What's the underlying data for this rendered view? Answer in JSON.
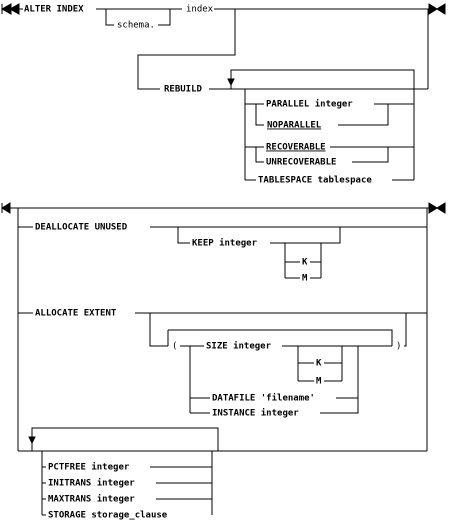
{
  "diagram_1": {
    "alter_index": "ALTER  INDEX",
    "schema": "schema.",
    "index": "index",
    "rebuild": "REBUILD",
    "parallel": "PARALLEL  integer",
    "noparallel": "NOPARALLEL",
    "recoverable": "RECOVERABLE",
    "unrecoverable": "UNRECOVERABLE",
    "tablespace": "TABLESPACE  tablespace"
  },
  "diagram_2": {
    "deallocate": "DEALLOCATE  UNUSED",
    "keep": "KEEP  integer",
    "k": "K",
    "m": "M",
    "allocate": "ALLOCATE  EXTENT",
    "open_paren": "(",
    "size": "SIZE  integer",
    "k2": "K",
    "m2": "M",
    "close_paren": ")",
    "datafile": "DATAFILE  'filename'",
    "instance": "INSTANCE  integer",
    "pctfree": "PCTFREE  integer",
    "initrans": "INITRANS  integer",
    "maxtrans": "MAXTRANS  integer",
    "storage": "STORAGE  storage_clause"
  }
}
